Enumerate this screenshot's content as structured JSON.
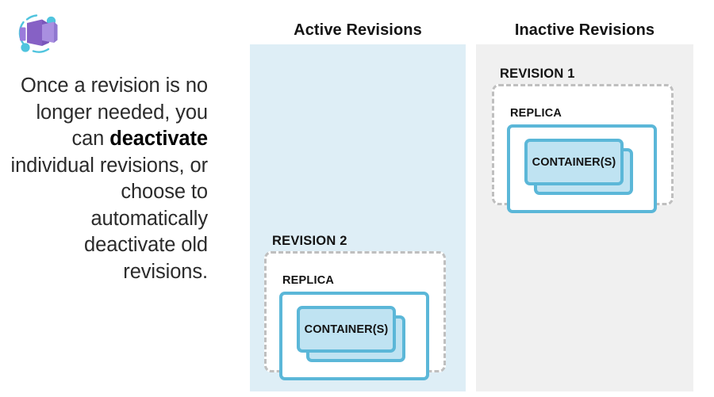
{
  "brand": {
    "icon": "azure-container-apps-icon",
    "colors": {
      "purple_dark": "#8661C5",
      "purple_light": "#A98FE0",
      "teal": "#50C4DE"
    }
  },
  "left": {
    "paragraph_before": "Once a revision is no longer needed, you can ",
    "paragraph_emphasis": "deactivate",
    "paragraph_after": " individual revisions, or choose to automatically deactivate old revisions."
  },
  "columns": [
    {
      "key": "active",
      "header": "Active Revisions",
      "background": "#DEEEF6"
    },
    {
      "key": "inactive",
      "header": "Inactive Revisions",
      "background": "#F0F0F0"
    }
  ],
  "revisions": [
    {
      "id": "revision-1",
      "label": "REVISION 1",
      "column": "inactive",
      "replica_label": "REPLICA",
      "container_label": "CONTAINER(S)"
    },
    {
      "id": "revision-2",
      "label": "REVISION 2",
      "column": "active",
      "replica_label": "REPLICA",
      "container_label": "CONTAINER(S)"
    }
  ],
  "palette": {
    "container_border": "#5BB7D8",
    "container_fill": "#BFE3F2",
    "dashed_border": "#BFBFBF",
    "text": "#131313"
  }
}
